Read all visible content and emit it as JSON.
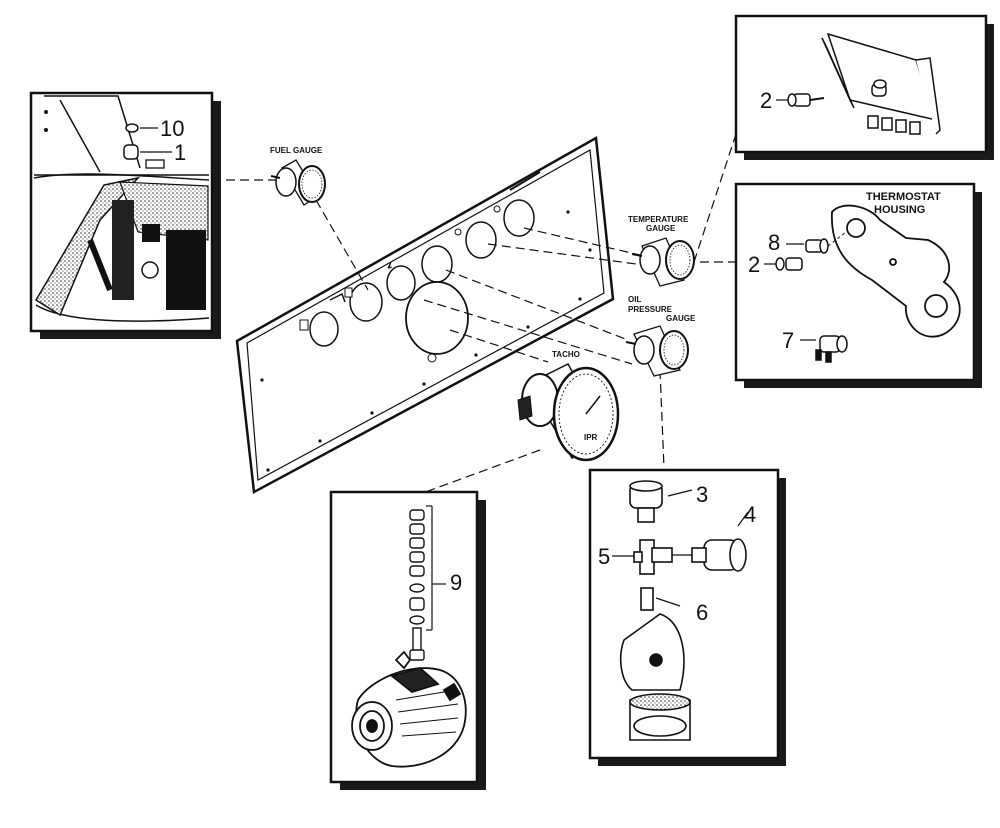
{
  "labels": {
    "fuel_gauge": "FUEL GAUGE",
    "temperature_gauge_l1": "TEMPERATURE",
    "temperature_gauge_l2": "GAUGE",
    "oil_pressure_l1": "OIL",
    "oil_pressure_l2": "PRESSURE",
    "oil_pressure_l3": "GAUGE",
    "tacho": "TACHO",
    "thermostat_l1": "THERMOSTAT",
    "thermostat_l2": "HOUSING",
    "tacho_dial": "IPR"
  },
  "callouts": {
    "n1": "1",
    "n2a": "2",
    "n2b": "2",
    "n3": "3",
    "n4": "4",
    "n5": "5",
    "n6": "6",
    "n7": "7",
    "n8": "8",
    "n9": "9",
    "n10": "10"
  },
  "colors": {
    "ink": "#111111",
    "paper": "#ffffff",
    "shadow": "#1a1a1a"
  }
}
